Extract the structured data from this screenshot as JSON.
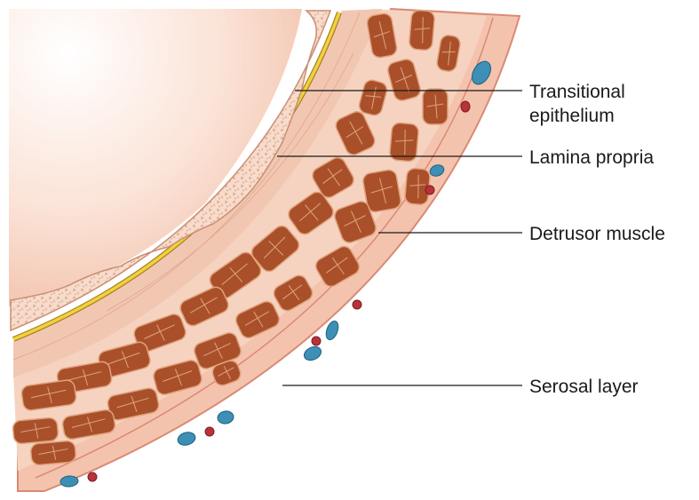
{
  "diagram": {
    "labels": [
      {
        "id": "transitional-epithelium",
        "lines": [
          "Transitional",
          "epithelium"
        ]
      },
      {
        "id": "lamina-propria",
        "lines": [
          "Lamina propria"
        ]
      },
      {
        "id": "detrusor-muscle",
        "lines": [
          "Detrusor muscle"
        ]
      },
      {
        "id": "serosal-layer",
        "lines": [
          "Serosal layer"
        ]
      }
    ],
    "colors": {
      "background": "#ffffff",
      "epithelium_fill": "#f7dccd",
      "epithelium_cells": "#e9b79e",
      "epithelium_border": "#c98f74",
      "basement_membrane": "#f1d23a",
      "lamina_propria": "#f2c7b2",
      "muscle_bundle": "#a9502b",
      "muscle_seam": "#e0a37d",
      "connective_tissue": "#f6d3c0",
      "serosa": "#f4c3ae",
      "serosa_edge": "#d98a75",
      "vein": "#3d8fb5",
      "artery": "#b8323a",
      "leader_line": "#1a1a1a"
    }
  }
}
